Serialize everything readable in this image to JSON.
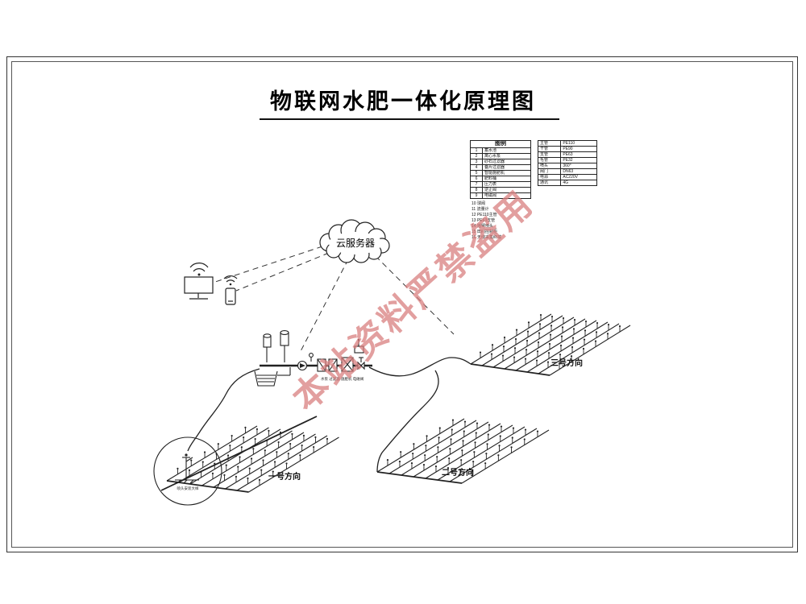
{
  "title": "物联网水肥一体化原理图",
  "watermark": "本站资料严禁盗用",
  "watermark_color": "#d97f7f",
  "cloud_label": "云服务器",
  "field_labels": {
    "f1": "一号方向",
    "f2": "二号方向",
    "f3": "三号方向"
  },
  "detail_caption": "喷头安装大样",
  "equipment_caption": "水泵 过滤器 施肥机 电磁阀",
  "legend_left": {
    "title": "图例",
    "rows": [
      {
        "no": "1",
        "name": "蓄水池"
      },
      {
        "no": "2",
        "name": "离心水泵"
      },
      {
        "no": "3",
        "name": "砂石过滤器"
      },
      {
        "no": "4",
        "name": "叠片过滤器"
      },
      {
        "no": "5",
        "name": "智能施肥机"
      },
      {
        "no": "6",
        "name": "肥料桶"
      },
      {
        "no": "7",
        "name": "压力表"
      },
      {
        "no": "8",
        "name": "逆止阀"
      },
      {
        "no": "9",
        "name": "电磁阀"
      }
    ]
  },
  "legend_notes": [
    "10 球阀",
    "11 流量计",
    "12 PE110主管",
    "13 PE63支管",
    "14 摇臂喷头",
    "15 田间控制柜",
    "16 无线采集终端"
  ],
  "legend_right": {
    "rows": [
      {
        "c1": "主管",
        "c2": "PE110"
      },
      {
        "c1": "干管",
        "c2": "PE90"
      },
      {
        "c1": "支管",
        "c2": "PE63"
      },
      {
        "c1": "毛管",
        "c2": "PE32"
      },
      {
        "c1": "喷头",
        "c2": "360°"
      },
      {
        "c1": "阀门",
        "c2": "DN63"
      },
      {
        "c1": "电源",
        "c2": "AC220V"
      },
      {
        "c1": "通讯",
        "c2": "4G"
      }
    ]
  }
}
